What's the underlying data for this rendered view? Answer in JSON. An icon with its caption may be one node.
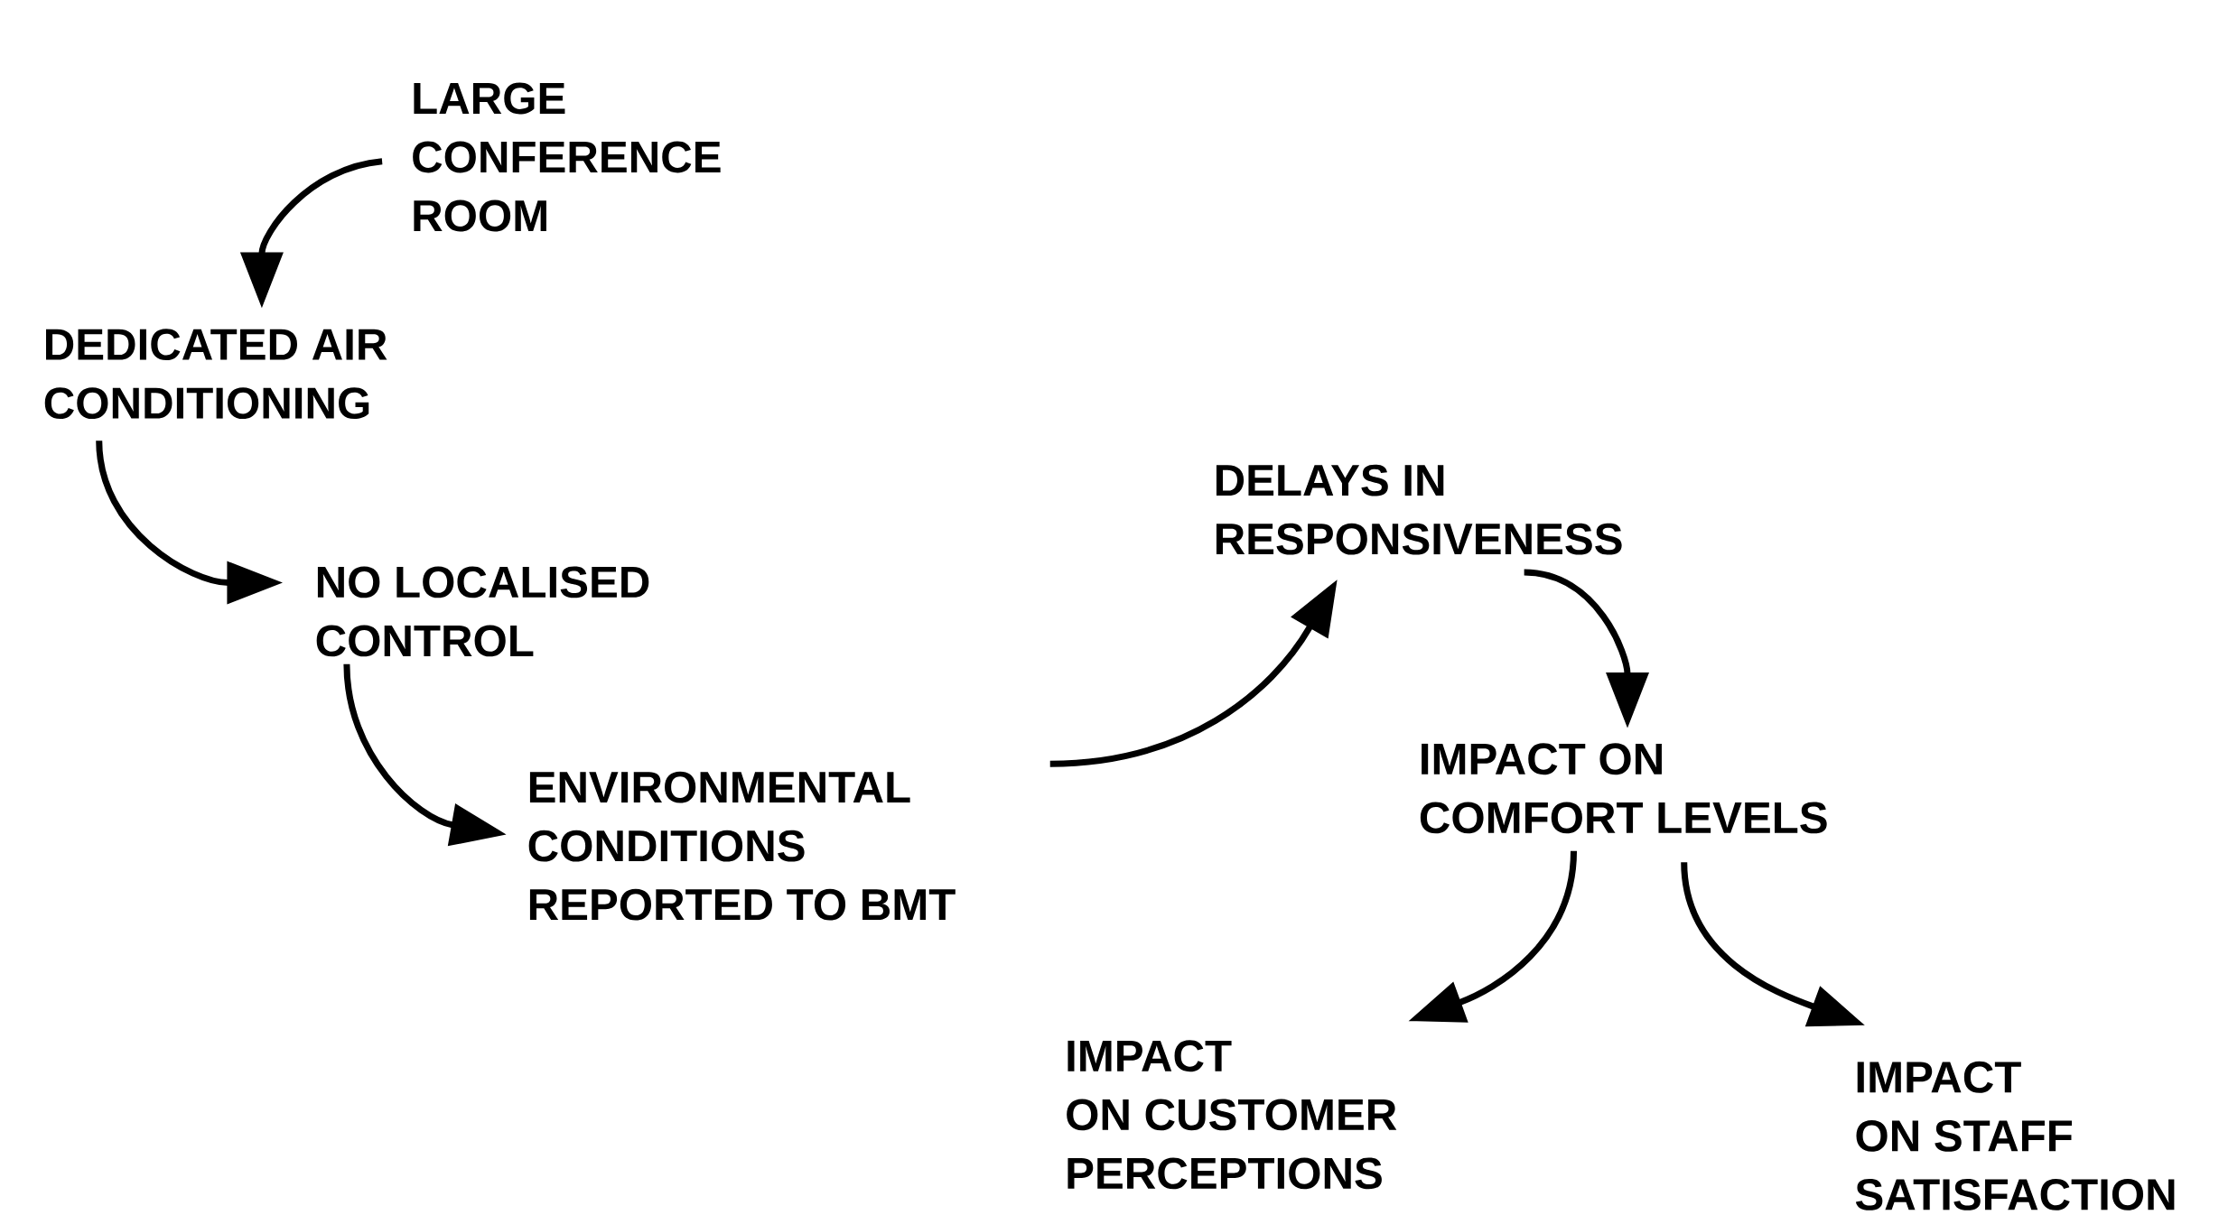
{
  "diagram": {
    "nodes": [
      {
        "text": [
          "LARGE CONFERENCE ROOM"
        ]
      },
      {
        "text": [
          "DEDICATED AIR CONDITIONING"
        ]
      },
      {
        "text": [
          "NO LOCALISED CONTROL"
        ]
      },
      {
        "text": [
          "ENVIRONMENTAL CONDITIONS REPORTED TO BMT"
        ]
      },
      {
        "text": [
          "DELAYS IN RESPONSIVENESS"
        ]
      },
      {
        "text": [
          "IMPACT ON COMFORT LEVELS"
        ]
      },
      {
        "text": [
          "IMPACT ON CUSTOMER PERCEPTIONS"
        ]
      },
      {
        "text": [
          "IMPACT ON STAFF SATISFACTION"
        ]
      }
    ],
    "edges": [
      {
        "from": 0,
        "to": 1,
        "arrow": "to"
      },
      {
        "from": 1,
        "to": 2,
        "arrow": "to"
      },
      {
        "from": 2,
        "to": 3,
        "arrow": "to"
      },
      {
        "from": 3,
        "to": 4,
        "arrow": "to"
      },
      {
        "from": 4,
        "to": 5,
        "arrow": "to"
      },
      {
        "from": 5,
        "to": 6,
        "arrow": "to"
      },
      {
        "from": 5,
        "to": 7,
        "arrow": "to"
      }
    ]
  }
}
